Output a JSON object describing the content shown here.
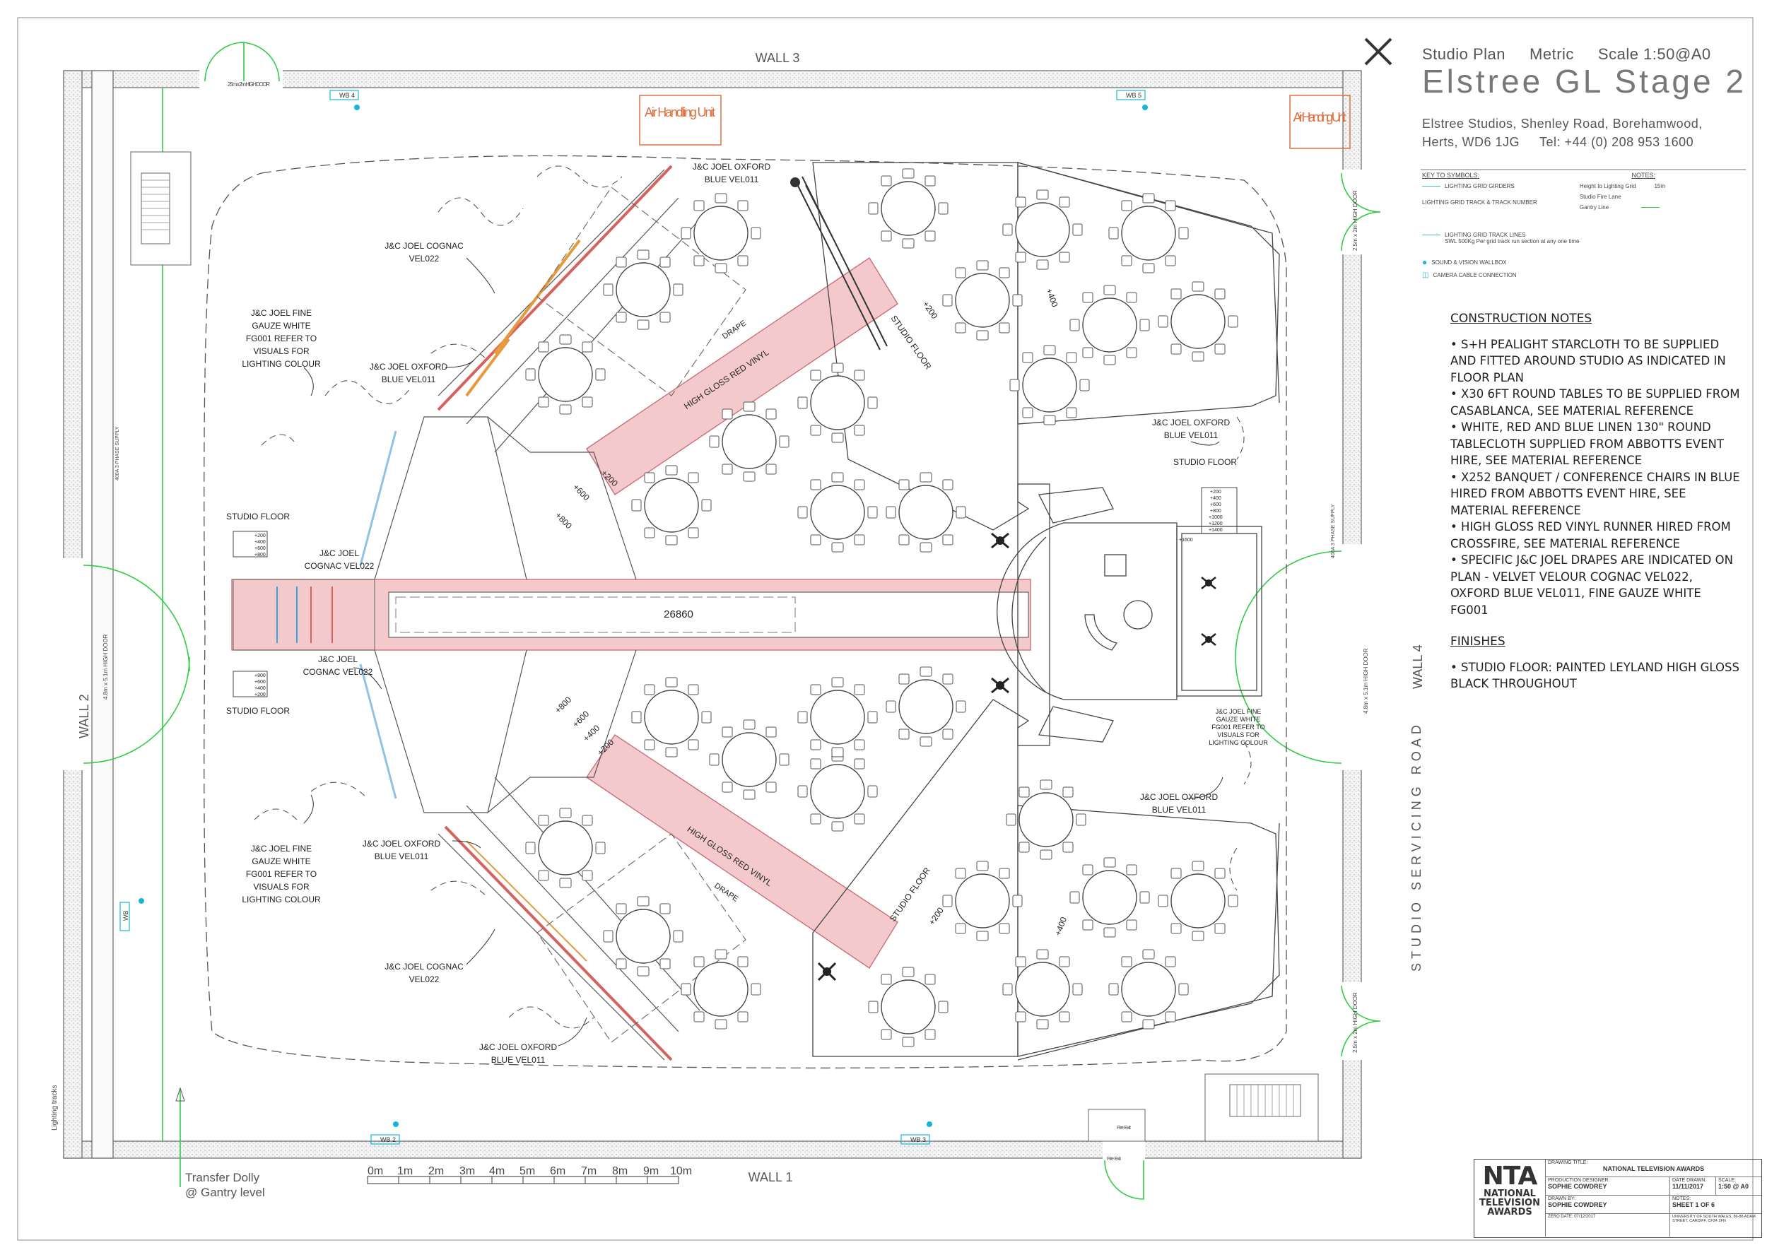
{
  "walls": {
    "wall1": "WALL 1",
    "wall2": "WALL 2",
    "wall3": "WALL 3",
    "wall4": "WALL 4"
  },
  "doors": {
    "high_door_top": "2.5m x 2m HIGH DOOR",
    "high_door_right": "2.5m x 2m HIGH DOOR",
    "wall2_door": "4.8m x 5.1m HIGH DOOR",
    "wall4_door": "4.8m x 5.1m HIGH DOOR",
    "fire_exit": "Fire Exit"
  },
  "wallboxes": [
    "WB 4",
    "WB 5",
    "WB 2",
    "WB 3",
    "WB"
  ],
  "air_handling": "Air Handling Unit",
  "supply_label": "400A 3 PHASE SUPPLY",
  "studio_servicing_road": "STUDIO SERVICING ROAD",
  "lighting_tracks": "Lighting tracks",
  "transfer_dolly": [
    "Transfer Dolly",
    "@ Gantry level"
  ],
  "scale_bar": [
    "0m",
    "1m",
    "2m",
    "3m",
    "4m",
    "5m",
    "6m",
    "7m",
    "8m",
    "9m",
    "10m"
  ],
  "runway_length": "26860",
  "labels": {
    "studio_floor": "STUDIO FLOOR",
    "hgrv": "HIGH GLOSS RED VINYL",
    "drape": "DRAPE",
    "plus200": "+200",
    "plus400": "+400",
    "plus600": "+600",
    "plus800": "+800",
    "step_left_top": [
      "+200",
      "+400",
      "+600",
      "+800"
    ],
    "step_left_bot": [
      "+800",
      "+600",
      "+400",
      "+200"
    ],
    "step_right": [
      "+200",
      "+400",
      "+600",
      "+800",
      "+1000",
      "+1200",
      "+1400"
    ],
    "stage_1600": "+1600",
    "oxford_blue": [
      "J&C JOEL OXFORD",
      "BLUE VEL011"
    ],
    "cognac": [
      "J&C JOEL COGNAC",
      "VEL022"
    ],
    "cognac2": [
      "J&C JOEL",
      "COGNAC VEL022"
    ],
    "gauze": [
      "J&C JOEL FINE",
      "GAUZE WHITE",
      "FG001 REFER TO",
      "VISUALS FOR",
      "LIGHTING COLOUR"
    ],
    "gauze_small": [
      "J&C JOEL FINE",
      "GAUZE WHITE",
      "FG001 REFER TO",
      "VISUALS FOR",
      "LIGHTING COLOUR"
    ]
  },
  "title_block": {
    "studio_plan": "Studio Plan",
    "metric": "Metric",
    "scale": "Scale 1:50@A0",
    "name": "Elstree GL Stage 2",
    "address1": "Elstree Studios, Shenley Road,  Borehamwood,",
    "address2a": "Herts, WD6 1JG",
    "address2b": "Tel:  +44 (0) 208 953 1600"
  },
  "key": {
    "key_title": "KEY TO SYMBOLS:",
    "notes_title": "NOTES:",
    "grid_girders": "LIGHTING GRID GIRDERS",
    "grid_track": "LIGHTING GRID TRACK & TRACK NUMBER",
    "height": "Height to Lighting Grid",
    "height_val": "15m",
    "fire_lane": "Studio Fire Lane",
    "gantry": "Gantry Line",
    "track_lines": "LIGHTING GRID TRACK LINES",
    "track_load": "SWL 500Kg Per grid track run section at any one time",
    "sv_wallbox": "SOUND & VISION WALLBOX",
    "camera": "CAMERA CABLE CONNECTION"
  },
  "construction_notes": {
    "title": "CONSTRUCTION NOTES",
    "items": [
      "• S+H PEALIGHT STARCLOTH TO BE SUPPLIED AND FITTED AROUND STUDIO AS INDICATED IN FLOOR PLAN",
      "• X30 6FT ROUND TABLES TO BE SUPPLIED FROM CASABLANCA, SEE MATERIAL REFERENCE",
      "• WHITE, RED AND BLUE LINEN 130\" ROUND TABLECLOTH SUPPLIED FROM ABBOTTS EVENT HIRE, SEE MATERIAL REFERENCE",
      "• X252 BANQUET / CONFERENCE CHAIRS IN BLUE HIRED FROM ABBOTTS EVENT HIRE, SEE MATERIAL REFERENCE",
      "• HIGH GLOSS RED VINYL RUNNER HIRED FROM CROSSFIRE, SEE MATERIAL REFERENCE",
      "• SPECIFIC J&C JOEL DRAPES ARE INDICATED ON PLAN - VELVET VELOUR COGNAC VEL022, OXFORD BLUE VEL011, FINE GAUZE WHITE FG001"
    ],
    "finishes_title": "FINISHES",
    "finishes": "• STUDIO FLOOR: PAINTED LEYLAND HIGH GLOSS BLACK THROUGHOUT"
  },
  "nta": {
    "logo1": "NTA",
    "logo2": "NATIONAL",
    "logo3": "TELEVISION",
    "logo4": "AWARDS",
    "drawing_title_lbl": "DRAWING TITLE:",
    "drawing_title": "NATIONAL TELEVISION AWARDS",
    "designer_lbl": "PRODUCTION DESIGNER:",
    "designer": "SOPHIE COWDREY",
    "date_lbl": "DATE DRAWN:",
    "date": "11/11/2017",
    "scale_lbl": "SCALE:",
    "scale": "1:50 @ A0",
    "drawn_lbl": "DRAWN BY:",
    "drawn": "SOPHIE COWDREY",
    "notes_lbl": "NOTES:",
    "sheet": "SHEET 1 OF 6",
    "zero": "ZERO DATE: 07/12/2017",
    "uni": "UNIVERSITY OF SOUTH WALES, 86-88 ADAM STREET, CARDIFF, CF24 2FN"
  },
  "colors": {
    "wall_fill": "#f2f2f2",
    "vinyl": "#f3c9cc",
    "vinyl_edge": "#c9707a",
    "green_door": "#33cc44",
    "orange": "#e07040",
    "cyan": "#18b6d6",
    "cognac": "#e69a3c"
  }
}
